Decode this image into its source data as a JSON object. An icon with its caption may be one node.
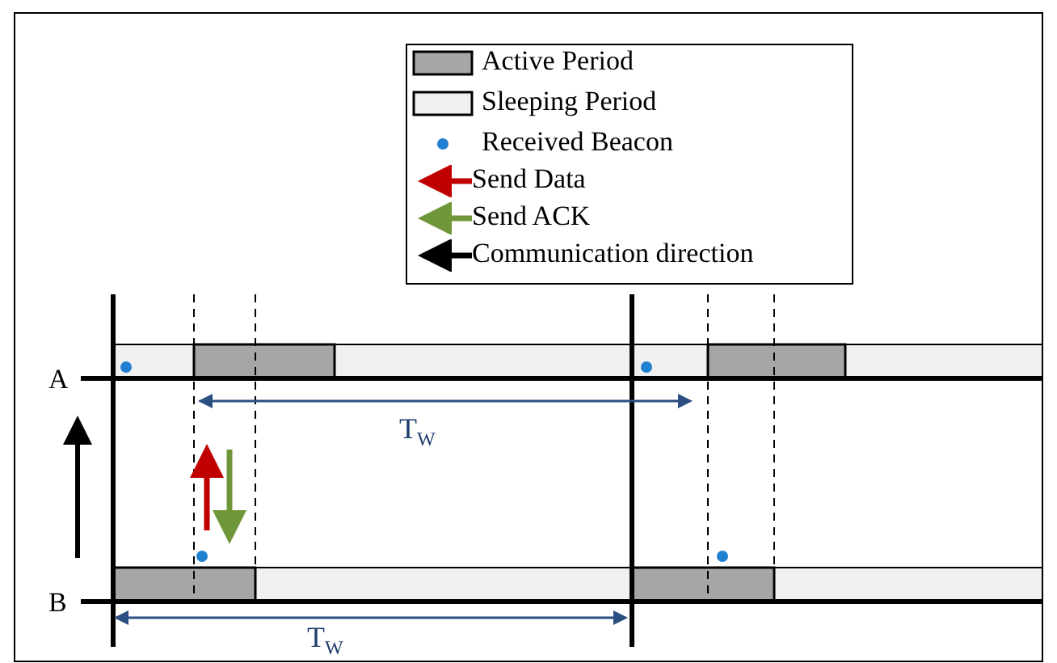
{
  "diagram": {
    "labels": [
      "A",
      "B",
      "T$_{W}$",
      "T$_{W}$"
    ],
    "legend": [
      {
        "text": "Active Period",
        "color": "#a6a6a6"
      },
      {
        "text": "Sleeping Period",
        "color": "#f0f0f0"
      },
      {
        "text": "Received Beacon"
      },
      {
        "text": "Send Data"
      },
      {
        "text": "Send ACK"
      },
      {
        "text": "Communication direction"
      }
    ]
  }
}
